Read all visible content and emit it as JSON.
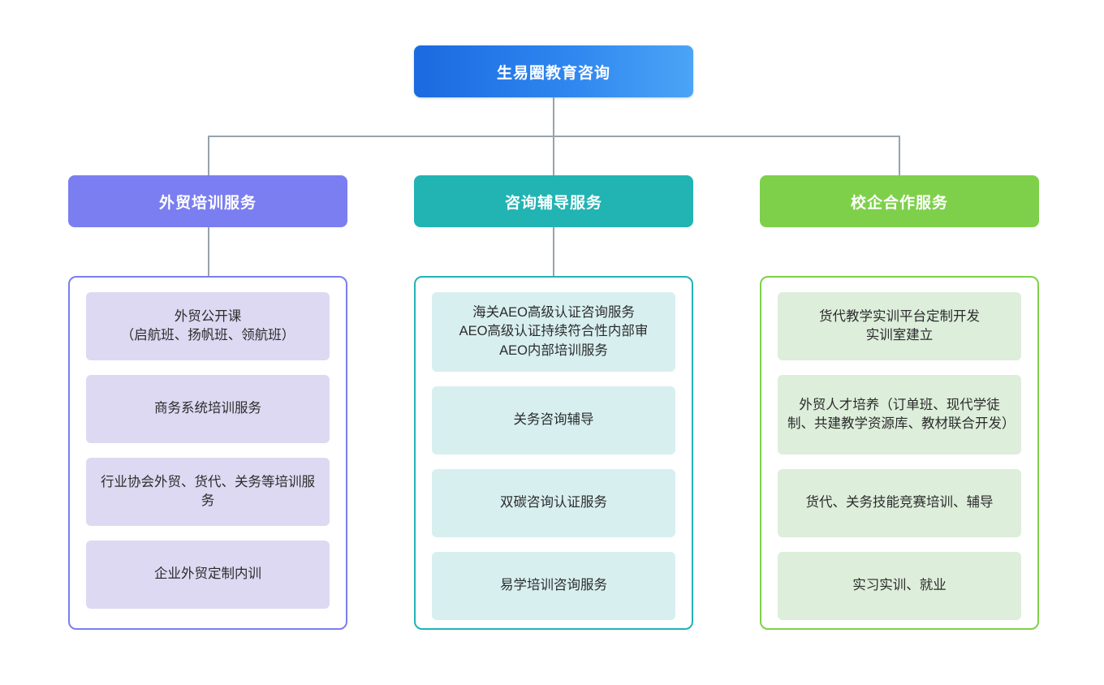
{
  "root": {
    "label": "生易圈教育咨询",
    "color_start": "#1b6ae0",
    "color_end": "#4ca4f6"
  },
  "connector_color": "#97a3ab",
  "columns": [
    {
      "header": "外贸培训服务",
      "accent": "#7b7ef0",
      "item_fill": "#ded9f2",
      "has_stem": true,
      "items": [
        {
          "label": "外贸公开课\n（启航班、扬帆班、领航班）",
          "size": "h2"
        },
        {
          "label": "商务系统培训服务",
          "size": "h2"
        },
        {
          "label": "行业协会外贸、货代、关务等培训服务",
          "size": "h2"
        },
        {
          "label": "企业外贸定制内训",
          "size": "h2"
        }
      ]
    },
    {
      "header": "咨询辅导服务",
      "accent": "#22b3b3",
      "item_fill": "#d8eff0",
      "has_stem": true,
      "items": [
        {
          "label": "海关AEO高级认证咨询服务\nAEO高级认证持续符合性内部审\nAEO内部培训服务",
          "size": "h3"
        },
        {
          "label": "关务咨询辅导",
          "size": "h2"
        },
        {
          "label": "双碳咨询认证服务",
          "size": "h2"
        },
        {
          "label": "易学培训咨询服务",
          "size": "h2"
        }
      ]
    },
    {
      "header": "校企合作服务",
      "accent": "#7ed04a",
      "item_fill": "#ddeedb",
      "has_stem": false,
      "items": [
        {
          "label": "货代教学实训平台定制开发\n实训室建立",
          "size": "h2"
        },
        {
          "label": "外贸人才培养（订单班、现代学徒制、共建教学资源库、教材联合开发）",
          "size": "h3"
        },
        {
          "label": "货代、关务技能竞赛培训、辅导",
          "size": "h2"
        },
        {
          "label": "实习实训、就业",
          "size": "h2"
        }
      ]
    }
  ]
}
